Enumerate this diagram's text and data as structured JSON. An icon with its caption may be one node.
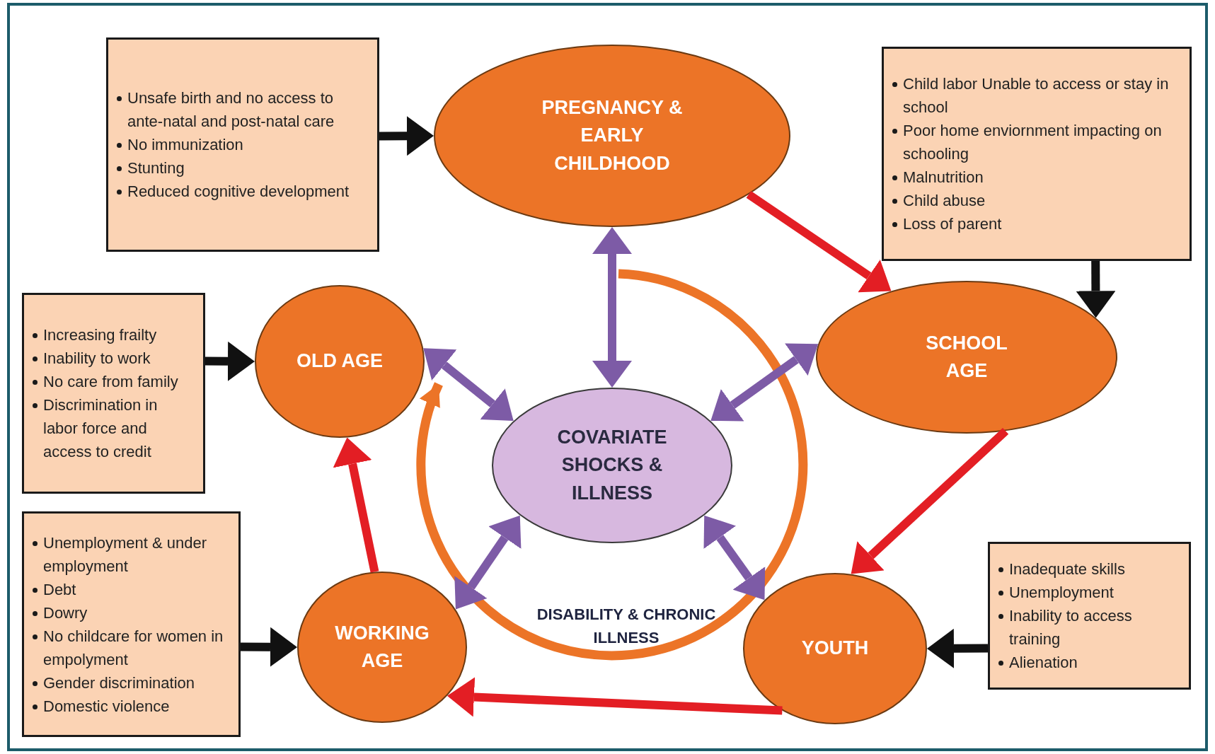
{
  "diagram": {
    "nodes": [
      {
        "text": [
          "Unsafe birth and no access to ante-natal and post-natal care",
          "No immunization",
          "Stunting",
          "Reduced cognitive development"
        ]
      },
      {
        "text": [
          "PREGNANCY & EARLY CHILDHOOD"
        ]
      },
      {
        "text": [
          "Child labor Unable to access or stay in school",
          "Poor home enviornment impacting on schooling",
          "Malnutrition",
          "Child abuse",
          "Loss of parent"
        ]
      },
      {
        "text": [
          "SCHOOL AGE"
        ]
      },
      {
        "text": [
          "Increasing frailty",
          "Inability to work",
          "No care from family",
          "Discrimination in labor force and access to credit"
        ]
      },
      {
        "text": [
          "OLD AGE"
        ]
      },
      {
        "text": [
          "COVARIATE SHOCKS & ILLNESS"
        ]
      },
      {
        "text": [
          "Unemployment & under employment",
          "Debt",
          "Dowry",
          "No childcare for women in empolyment",
          "Gender discrimination",
          "Domestic violence"
        ]
      },
      {
        "text": [
          "WORKING AGE"
        ]
      },
      {
        "text": [
          "Inadequate skills",
          "Unemployment",
          "Inability to access training",
          "Alienation"
        ]
      },
      {
        "text": [
          "YOUTH"
        ]
      }
    ],
    "edges": [
      {
        "from": 0,
        "to": 1,
        "arrow": "to"
      },
      {
        "from": 2,
        "to": 3,
        "arrow": "to"
      },
      {
        "from": 9,
        "to": 10,
        "arrow": "to"
      },
      {
        "from": 7,
        "to": 8,
        "arrow": "to"
      },
      {
        "from": 4,
        "to": 5,
        "arrow": "to"
      },
      {
        "from": 1,
        "to": 3,
        "arrow": "to",
        "color": "#e31e24"
      },
      {
        "from": 3,
        "to": 10,
        "arrow": "to",
        "color": "#e31e24"
      },
      {
        "from": 10,
        "to": 8,
        "arrow": "to",
        "color": "#e31e24"
      },
      {
        "from": 8,
        "to": 5,
        "arrow": "to",
        "color": "#e31e24"
      },
      {
        "from": 6,
        "to": 1,
        "arrow": "both",
        "color": "#7d5ba6"
      },
      {
        "from": 6,
        "to": 5,
        "arrow": "both",
        "color": "#7d5ba6"
      },
      {
        "from": 6,
        "to": 3,
        "arrow": "both",
        "color": "#7d5ba6"
      },
      {
        "from": 6,
        "to": 8,
        "arrow": "both",
        "color": "#7d5ba6"
      },
      {
        "from": 6,
        "to": 10,
        "arrow": "both",
        "color": "#7d5ba6"
      }
    ],
    "labels": [
      "DISABILITY & CHRONIC ILLNESS"
    ]
  }
}
